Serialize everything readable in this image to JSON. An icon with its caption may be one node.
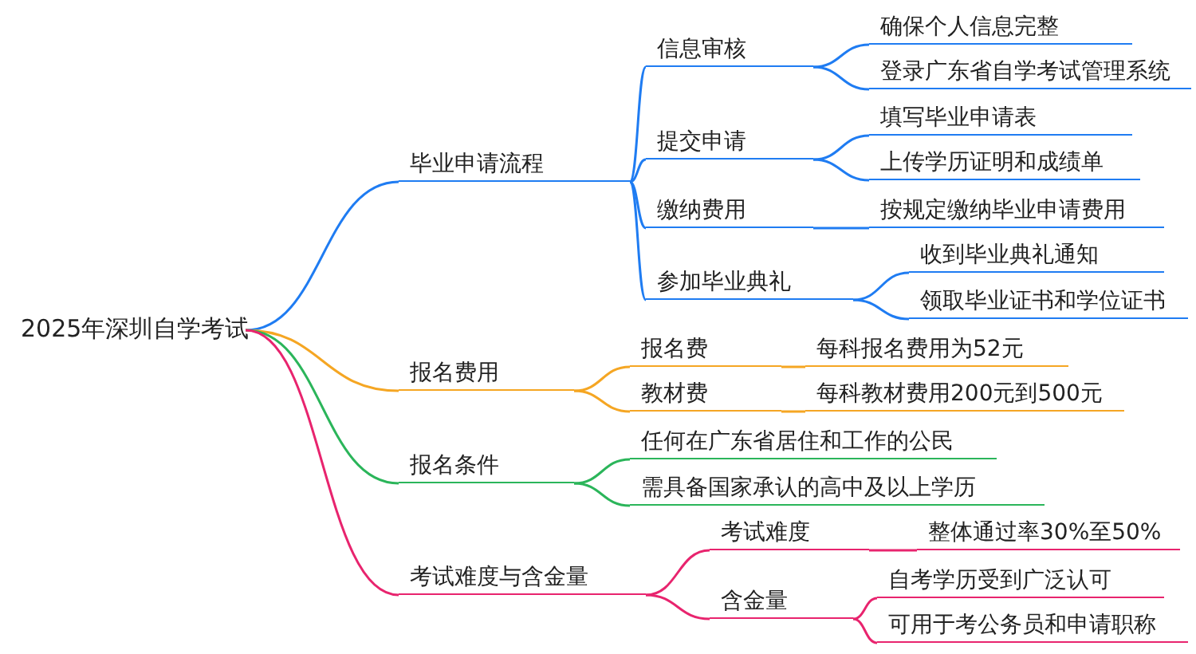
{
  "diagram": {
    "nodes": [
      {
        "text": [
          "2025年深圳自学考试"
        ]
      },
      {
        "text": [
          "毕业申请流程"
        ]
      },
      {
        "text": [
          "信息审核"
        ]
      },
      {
        "text": [
          "确保个人信息完整"
        ]
      },
      {
        "text": [
          "登录广东省自学考试管理系统"
        ]
      },
      {
        "text": [
          "提交申请"
        ]
      },
      {
        "text": [
          "填写毕业申请表"
        ]
      },
      {
        "text": [
          "上传学历证明和成绩单"
        ]
      },
      {
        "text": [
          "缴纳费用"
        ]
      },
      {
        "text": [
          "按规定缴纳毕业申请费用"
        ]
      },
      {
        "text": [
          "参加毕业典礼"
        ]
      },
      {
        "text": [
          "收到毕业典礼通知"
        ]
      },
      {
        "text": [
          "领取毕业证书和学位证书"
        ]
      },
      {
        "text": [
          "报名费用"
        ]
      },
      {
        "text": [
          "报名费"
        ]
      },
      {
        "text": [
          "每科报名费用为52元"
        ]
      },
      {
        "text": [
          "教材费"
        ]
      },
      {
        "text": [
          "每科教材费用200元到500元"
        ]
      },
      {
        "text": [
          "报名条件"
        ]
      },
      {
        "text": [
          "任何在广东省居住和工作的公民"
        ]
      },
      {
        "text": [
          "需具备国家承认的高中及以上学历"
        ]
      },
      {
        "text": [
          "考试难度与含金量"
        ]
      },
      {
        "text": [
          "考试难度"
        ]
      },
      {
        "text": [
          "整体通过率30%至50%"
        ]
      },
      {
        "text": [
          "含金量"
        ]
      },
      {
        "text": [
          "自考学历受到广泛认可"
        ]
      },
      {
        "text": [
          "可用于考公务员和申请职称"
        ]
      }
    ],
    "edges": [
      {
        "from": 0,
        "to": 1,
        "arrow": "none"
      },
      {
        "from": 1,
        "to": 2,
        "arrow": "none"
      },
      {
        "from": 2,
        "to": 3,
        "arrow": "none"
      },
      {
        "from": 2,
        "to": 4,
        "arrow": "none"
      },
      {
        "from": 1,
        "to": 5,
        "arrow": "none"
      },
      {
        "from": 5,
        "to": 6,
        "arrow": "none"
      },
      {
        "from": 5,
        "to": 7,
        "arrow": "none"
      },
      {
        "from": 1,
        "to": 8,
        "arrow": "none"
      },
      {
        "from": 8,
        "to": 9,
        "arrow": "none"
      },
      {
        "from": 1,
        "to": 10,
        "arrow": "none"
      },
      {
        "from": 10,
        "to": 11,
        "arrow": "none"
      },
      {
        "from": 10,
        "to": 12,
        "arrow": "none"
      },
      {
        "from": 0,
        "to": 13,
        "arrow": "none",
        "color": "#f5a623"
      },
      {
        "from": 13,
        "to": 14,
        "arrow": "none",
        "color": "#f5a623"
      },
      {
        "from": 14,
        "to": 15,
        "arrow": "none",
        "color": "#f5a623"
      },
      {
        "from": 13,
        "to": 16,
        "arrow": "none",
        "color": "#f5a623"
      },
      {
        "from": 16,
        "to": 17,
        "arrow": "none",
        "color": "#f5a623"
      },
      {
        "from": 0,
        "to": 18,
        "arrow": "none",
        "color": "#2bb55a"
      },
      {
        "from": 18,
        "to": 19,
        "arrow": "none",
        "color": "#2bb55a"
      },
      {
        "from": 18,
        "to": 20,
        "arrow": "none",
        "color": "#2bb55a"
      },
      {
        "from": 0,
        "to": 21,
        "arrow": "none",
        "color": "#e8246e"
      },
      {
        "from": 21,
        "to": 22,
        "arrow": "none",
        "color": "#e8246e"
      },
      {
        "from": 22,
        "to": 23,
        "arrow": "none",
        "color": "#e8246e"
      },
      {
        "from": 21,
        "to": 24,
        "arrow": "none",
        "color": "#e8246e"
      },
      {
        "from": 24,
        "to": 25,
        "arrow": "none",
        "color": "#e8246e"
      },
      {
        "from": 24,
        "to": 26,
        "arrow": "none",
        "color": "#e8246e"
      }
    ]
  }
}
